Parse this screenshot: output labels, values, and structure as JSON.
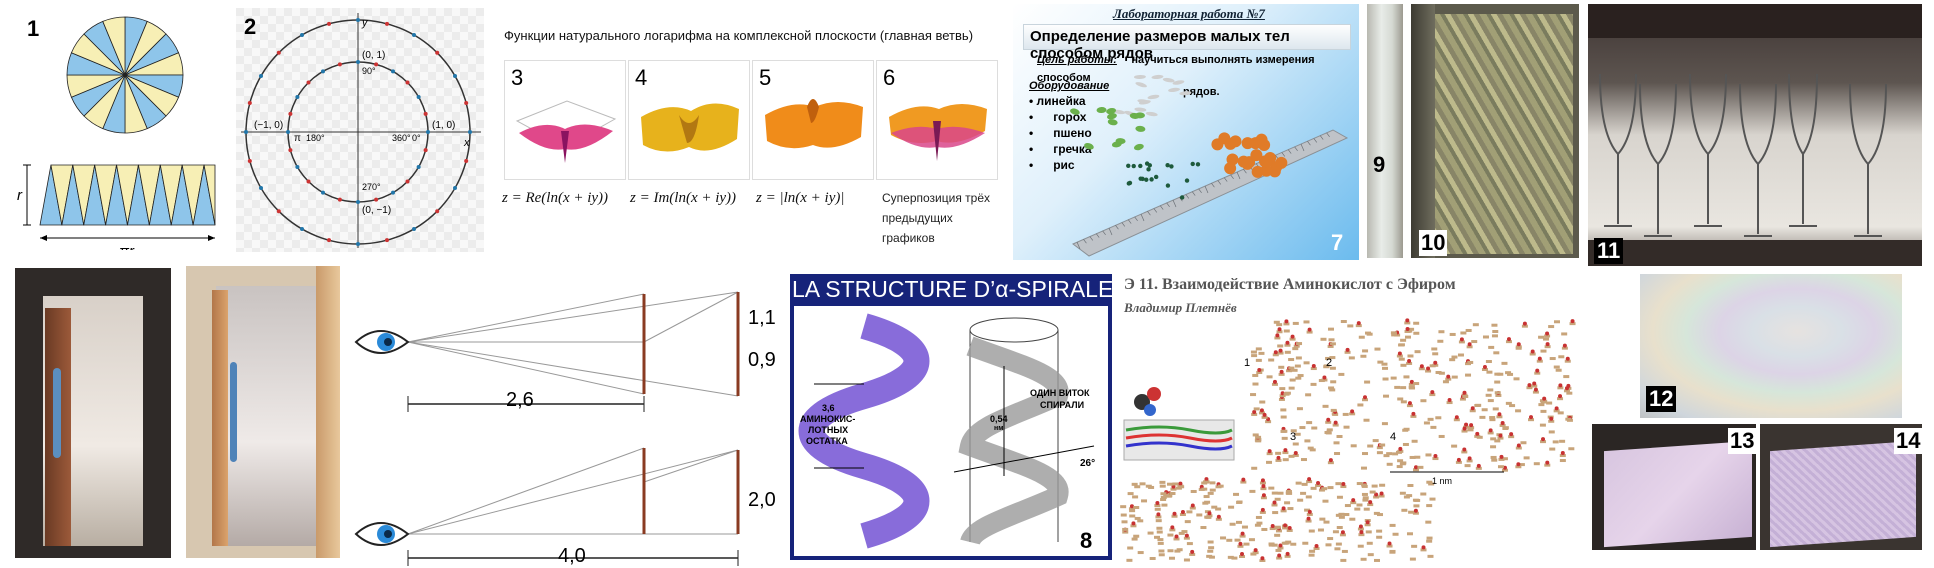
{
  "panels": {
    "p1": {
      "num": "1",
      "pi_r": "πr",
      "r": "r"
    },
    "p2": {
      "num": "2",
      "pt_01": "(0, 1)",
      "pt_m10": "(−1, 0)",
      "pt_10": "(1, 0)",
      "pt_0m1": "(0, −1)",
      "ax_y": "y",
      "ax_x": "x",
      "pi": "π",
      "deg_180": "180°",
      "deg_90": "90°",
      "deg_360": "360°",
      "deg_270": "270°",
      "deg_0": "0°"
    },
    "p3_6": {
      "header": "Функции натурального логарифма на комплексной плоскости (главная ветвь)",
      "plots": [
        {
          "num": "3",
          "formula": "z = Re(ln(x + iy))"
        },
        {
          "num": "4",
          "formula": "z = Im(ln(x + iy))"
        },
        {
          "num": "5",
          "formula": "z = |ln(x + iy)|"
        },
        {
          "num": "6",
          "caption_lines": [
            "Суперпозиция трёх",
            "предыдущих",
            "графиков"
          ]
        }
      ]
    },
    "p7": {
      "num": "7",
      "lab": "Лабораторная работа №7",
      "title": "Определение размеров малых тел способом рядов",
      "goal_label": "Цель работы:",
      "goal_text_1": "научиться  выполнять измерения  способом",
      "goal_text_2": "рядов.",
      "equip_label": "Оборудование",
      "items": [
        "линейка",
        "горох",
        "пшено",
        "гречка",
        "рис"
      ]
    },
    "p8": {
      "num": "8",
      "title": "LA STRUCTURE D’α-SPIRALE",
      "left_label_1": "3,6",
      "left_label_2": "АМИНОКИС-",
      "left_label_3": "ЛОТНЫХ",
      "left_label_4": "ОСТАТКА",
      "mid_label_1": "0,54",
      "mid_label_2": "нм",
      "right_label_1": "ОДИН ВИТОК",
      "right_label_2": "СПИРАЛИ",
      "angle": "26°"
    },
    "p9": {
      "num": "9"
    },
    "p10": {
      "num": "10"
    },
    "p11": {
      "num": "11"
    },
    "p12": {
      "num": "12"
    },
    "p13": {
      "num": "13"
    },
    "p14": {
      "num": "14"
    },
    "eyes": {
      "top_near": "1,1",
      "top_far": "0,9",
      "top_dist": "2,6",
      "bottom_h": "2,0",
      "bottom_dist": "4,0"
    },
    "amino": {
      "title": "Э 11. Взаимодействие Аминокислот с Эфиром",
      "author": "Владимир Плетнёв",
      "n1": "1",
      "n2": "2",
      "n3": "3",
      "n4": "4",
      "scale": "1 nm"
    }
  },
  "colors": {
    "blue_sector": "#8ec5ea",
    "yellow_sector": "#f7efb5",
    "helix_violet": "#7b5cd6",
    "title_bar": "#16237a"
  }
}
